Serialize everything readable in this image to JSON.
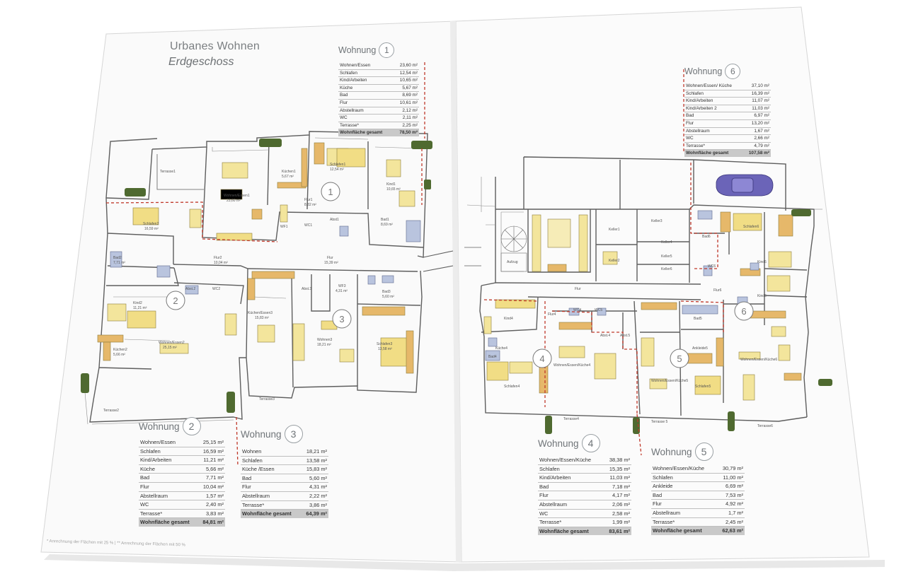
{
  "brochure": {
    "title": "Urbanes Wohnen",
    "subtitle": "Erdgeschoss",
    "footnote": "* Anrechnung der Flächen mit 25 %  |  ** Anrechnung der Flächen mit 50 %"
  },
  "apartments": [
    {
      "id": "1",
      "label": "Wohnung",
      "number": "1",
      "rows": [
        [
          "Wohnen/Essen",
          "23,60 m²"
        ],
        [
          "Schlafen",
          "12,54 m²"
        ],
        [
          "Kind/Arbeiten",
          "10,65 m²"
        ],
        [
          "Küche",
          "5,67 m²"
        ],
        [
          "Bad",
          "8,69 m²"
        ],
        [
          "Flur",
          "10,61 m²"
        ],
        [
          "Abstellraum",
          "2,12 m²"
        ],
        [
          "WC",
          "2,11 m²"
        ],
        [
          "Terrasse*",
          "2,25 m²"
        ]
      ],
      "total": [
        "Wohnfläche gesamt",
        "78,50 m²"
      ]
    },
    {
      "id": "2",
      "label": "Wohnung",
      "number": "2",
      "rows": [
        [
          "Wohnen/Essen",
          "25,15 m²"
        ],
        [
          "Schlafen",
          "16,59 m²"
        ],
        [
          "Kind/Arbeiten",
          "11,21 m²"
        ],
        [
          "Küche",
          "5,66 m²"
        ],
        [
          "Bad",
          "7,71 m²"
        ],
        [
          "Flur",
          "10,04 m²"
        ],
        [
          "Abstellraum",
          "1,57 m²"
        ],
        [
          "WC",
          "2,40 m²"
        ],
        [
          "Terrasse*",
          "3,83 m²"
        ]
      ],
      "total": [
        "Wohnfläche gesamt",
        "84,81 m²"
      ]
    },
    {
      "id": "3",
      "label": "Wohnung",
      "number": "3",
      "rows": [
        [
          "Wohnen",
          "18,21 m²"
        ],
        [
          "Schlafen",
          "13,58 m²"
        ],
        [
          "Küche /Essen",
          "15,83 m²"
        ],
        [
          "Bad",
          "5,60 m²"
        ],
        [
          "Flur",
          "4,31 m²"
        ],
        [
          "Abstellraum",
          "2,22 m²"
        ],
        [
          "Terrasse*",
          "3,86 m²"
        ]
      ],
      "total": [
        "Wohnfläche gesamt",
        "64,39 m²"
      ]
    },
    {
      "id": "4",
      "label": "Wohnung",
      "number": "4",
      "rows": [
        [
          "Wohnen/Essen/Küche",
          "38,38 m²"
        ],
        [
          "Schlafen",
          "15,35 m²"
        ],
        [
          "Kind/Arbeiten",
          "11,03 m²"
        ],
        [
          "Bad",
          "7,18 m²"
        ],
        [
          "Flur",
          "4,17 m²"
        ],
        [
          "Abstellraum",
          "2,06 m²"
        ],
        [
          "WC",
          "2,58 m²"
        ],
        [
          "Terrasse*",
          "1,99 m²"
        ]
      ],
      "total": [
        "Wohnfläche gesamt",
        "83,61 m²"
      ]
    },
    {
      "id": "5",
      "label": "Wohnung",
      "number": "5",
      "rows": [
        [
          "Wohnen/Essen/Küche",
          "30,79 m²"
        ],
        [
          "Schlafen",
          "11,00 m²"
        ],
        [
          "Ankleide",
          "6,69 m²"
        ],
        [
          "Bad",
          "7,53 m²"
        ],
        [
          "Flur",
          "4,92 m²"
        ],
        [
          "Abstellraum",
          "1,7 m²"
        ],
        [
          "Terrasse*",
          "2,45 m²"
        ]
      ],
      "total": [
        "Wohnfläche gesamt",
        "62,63 m²"
      ]
    },
    {
      "id": "6",
      "label": "Wohnung",
      "number": "6",
      "rows": [
        [
          "Wohnen/Essen/ Küche",
          "37,10 m²"
        ],
        [
          "Schlafen",
          "16,39 m²"
        ],
        [
          "Kind/Arbeiten",
          "11,07 m²"
        ],
        [
          "Kind/Arbeiten 2",
          "11,03 m²"
        ],
        [
          "Bad",
          "6,97 m²"
        ],
        [
          "Flur",
          "13,20 m²"
        ],
        [
          "Abstellraum",
          "1,67 m²"
        ],
        [
          "WC",
          "2,66 m²"
        ],
        [
          "Terrasse*",
          "4,79 m²"
        ]
      ],
      "total": [
        "Wohnfläche gesamt",
        "107,58 m²"
      ]
    }
  ],
  "plan_labels": {
    "left": [
      {
        "t": "Schlafen1"
      },
      {
        "t": "12,54 m²"
      },
      {
        "t": "Küchen1"
      },
      {
        "t": "5,67 m²"
      },
      {
        "t": "Kind1"
      },
      {
        "t": "10,65 m²"
      },
      {
        "t": "Wohnen/Essen1"
      },
      {
        "t": "23,60 m²"
      },
      {
        "t": "Flur1"
      },
      {
        "t": "8,82 m²"
      },
      {
        "t": "Bad1"
      },
      {
        "t": "8,69 m²"
      },
      {
        "t": "WC1"
      },
      {
        "t": "Abst1"
      },
      {
        "t": "WF1"
      },
      {
        "t": "Schlafen2"
      },
      {
        "t": "16,59 m²"
      },
      {
        "t": "Bad2"
      },
      {
        "t": "7,71 m²"
      },
      {
        "t": "Flur2"
      },
      {
        "t": "10,04 m²"
      },
      {
        "t": "Flur"
      },
      {
        "t": "15,39 m²"
      },
      {
        "t": "Kind2"
      },
      {
        "t": "11,21 m²"
      },
      {
        "t": "Küchen2"
      },
      {
        "t": "5,66 m²"
      },
      {
        "t": "Wohnen/Essen2"
      },
      {
        "t": "25,15 m²"
      },
      {
        "t": "Terrasse2"
      },
      {
        "t": "Küchen/Essen3"
      },
      {
        "t": "15,83 m²"
      },
      {
        "t": "Wohnen3"
      },
      {
        "t": "18,21 m²"
      },
      {
        "t": "Schlafen3"
      },
      {
        "t": "13,58 m²"
      },
      {
        "t": "Bad3"
      },
      {
        "t": "5,60 m²"
      },
      {
        "t": "Terrasse3"
      },
      {
        "t": "WF3"
      },
      {
        "t": "4,31 m²"
      },
      {
        "t": "Abst.2"
      },
      {
        "t": "Abst.3"
      },
      {
        "t": "WC2"
      },
      {
        "t": "Terrasse1"
      }
    ],
    "right": [
      {
        "t": "Keller1"
      },
      {
        "t": "Keller2"
      },
      {
        "t": "Keller3"
      },
      {
        "t": "Keller4"
      },
      {
        "t": "Keller5"
      },
      {
        "t": "Keller6"
      },
      {
        "t": "Flur"
      },
      {
        "t": "Aufzug"
      },
      {
        "t": "Flur4"
      },
      {
        "t": "WC4"
      },
      {
        "t": "WC5"
      },
      {
        "t": "Abst.4"
      },
      {
        "t": "Abst.5"
      },
      {
        "t": "Kind4"
      },
      {
        "t": "Küche4"
      },
      {
        "t": "Bad4"
      },
      {
        "t": "Schlafen4"
      },
      {
        "t": "Wohnen/Essen/Küche4"
      },
      {
        "t": "Terrasse4"
      },
      {
        "t": "Bad5"
      },
      {
        "t": "Ankleide5"
      },
      {
        "t": "Schlafen5"
      },
      {
        "t": "Wohnen/Essen/Küche5"
      },
      {
        "t": "Terrasse 5"
      },
      {
        "t": "Schlafen6"
      },
      {
        "t": "Kind6"
      },
      {
        "t": "Kind6"
      },
      {
        "t": "Bad6"
      },
      {
        "t": "WC6"
      },
      {
        "t": "Flur6"
      },
      {
        "t": "Wohnen/Essen/Küche6"
      },
      {
        "t": "Terrasse6"
      }
    ]
  },
  "colors": {
    "wall": "#5e5e5e",
    "furniture_yellow": "#f3e59c",
    "furniture_orange": "#e6b86a",
    "divider_red": "#c0392b",
    "bath_blue": "#a9b7d6",
    "hedge_green": "#4f6a30",
    "car_purple": "#6b64b8",
    "total_row": "#c9c9c9"
  }
}
